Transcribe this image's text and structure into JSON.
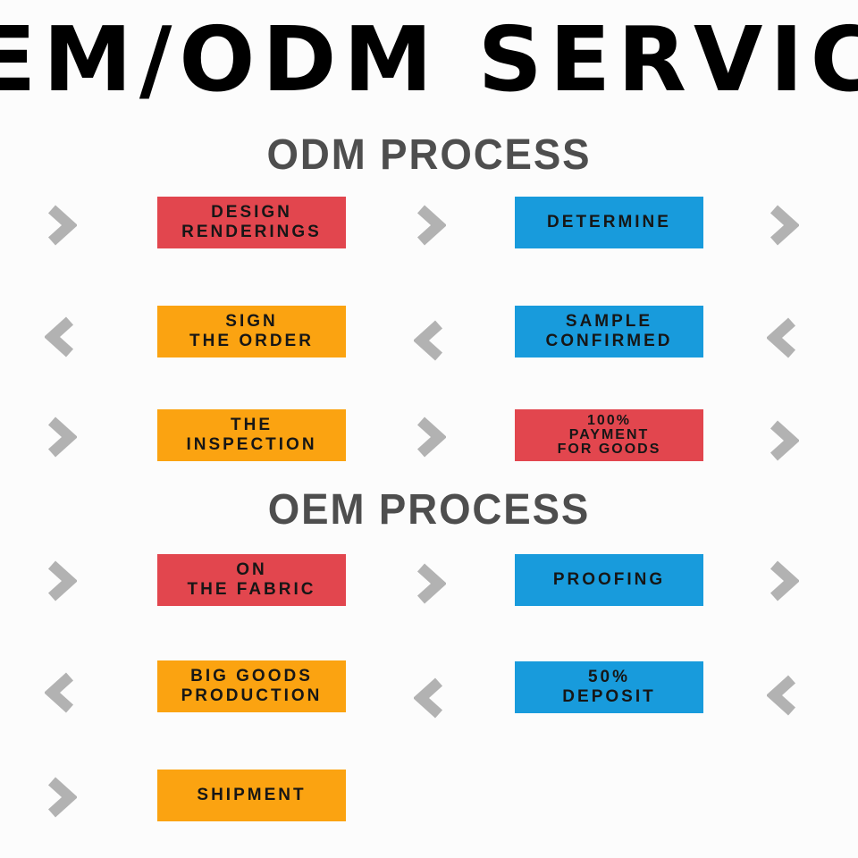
{
  "title": {
    "text": "EM/ODM SERVIC"
  },
  "palette": {
    "red": "#e2464e",
    "blue": "#189bdc",
    "orange": "#fba311",
    "arrow": "#b2b2b2",
    "heading": "#4e4e4e",
    "box_text": "#161616",
    "title_text": "#000000",
    "background": "#fcfcfc"
  },
  "sections": [
    {
      "heading": "ODM PROCESS",
      "rows": [
        {
          "flow": "right",
          "left_box": {
            "color": "red",
            "label": "DESIGN\nRENDERINGS"
          },
          "right_box": {
            "color": "blue",
            "label": "DETERMINE"
          }
        },
        {
          "flow": "left",
          "left_box": {
            "color": "orange",
            "label": "SIGN\nTHE ORDER"
          },
          "right_box": {
            "color": "blue",
            "label": "SAMPLE\nCONFIRMED"
          }
        },
        {
          "flow": "right",
          "left_box": {
            "color": "orange",
            "label": "THE\nINSPECTION"
          },
          "right_box": {
            "color": "red",
            "label": "100%\nPAYMENT\nFOR GOODS"
          }
        }
      ]
    },
    {
      "heading": "OEM PROCESS",
      "rows": [
        {
          "flow": "right",
          "left_box": {
            "color": "red",
            "label": "ON\nTHE FABRIC"
          },
          "right_box": {
            "color": "blue",
            "label": "PROOFING"
          }
        },
        {
          "flow": "left",
          "left_box": {
            "color": "orange",
            "label": "BIG GOODS\nPRODUCTION"
          },
          "right_box": {
            "color": "blue",
            "label": "50%\nDEPOSIT"
          }
        },
        {
          "flow": "right",
          "left_box": {
            "color": "orange",
            "label": "SHIPMENT"
          },
          "right_box": null
        }
      ]
    }
  ]
}
